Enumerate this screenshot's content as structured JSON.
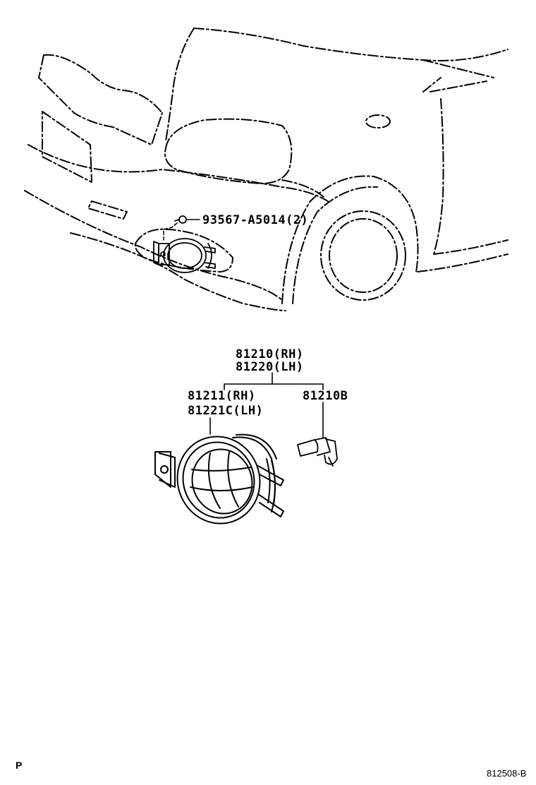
{
  "callouts": {
    "bolt": "93567-A5014(2)",
    "assy_rh": "81210(RH)",
    "assy_lh": "81220(LH)",
    "unit_rh": "81211(RH)",
    "unit_lh": "81221C(LH)",
    "bulb": "81210B"
  },
  "footer": {
    "left": "P",
    "right": "812508-B"
  }
}
